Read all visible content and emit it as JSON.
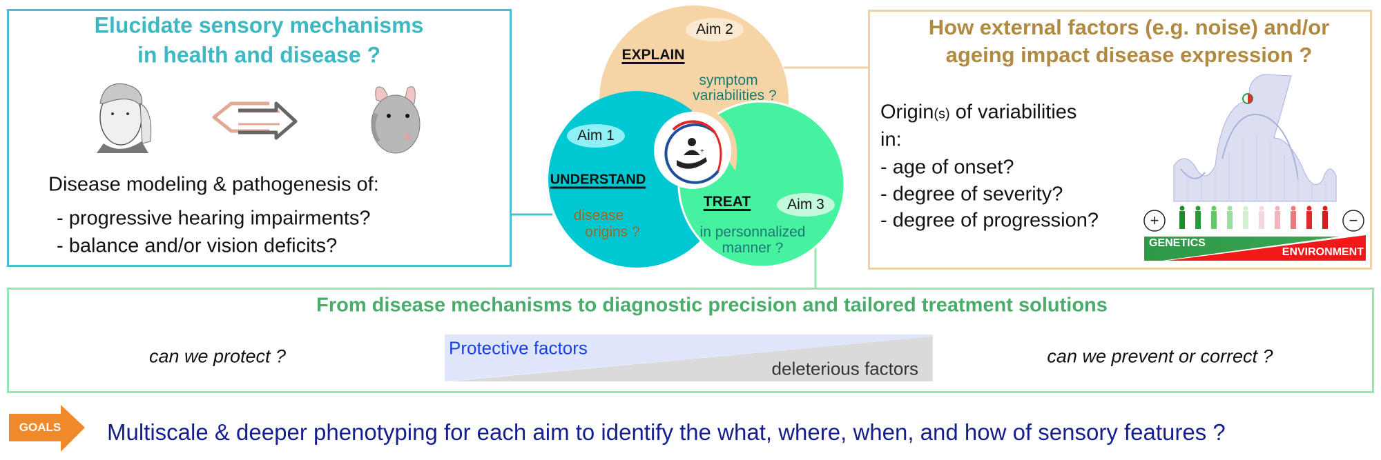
{
  "colors": {
    "teal": "#4bbfcc",
    "tan": "#e8d2a6",
    "green_border": "#92e8ae",
    "orange_circle": "#f6d4a6",
    "teal_circle": "#00c8d2",
    "green_circle": "#46f2a0",
    "title_teal": "#3bb8c2",
    "title_tan": "#b08a40",
    "title_green": "#4aac6a",
    "goals_orange": "#f0892a",
    "goals_text": "#141e8c"
  },
  "left_panel": {
    "title_line1": "Elucidate sensory mechanisms",
    "title_line2": "in health and disease ?",
    "icons": [
      "human-listening-icon",
      "bidirectional-arrow-icon",
      "mouse-listening-icon"
    ],
    "intro": "Disease modeling & pathogenesis of:",
    "bullets": [
      "- progressive hearing impairments?",
      "- balance and/or vision deficits?"
    ]
  },
  "venn": {
    "aim1": {
      "badge": "Aim 1",
      "verb": "UNDERSTAND",
      "line1": "disease",
      "line2": "origins ?"
    },
    "aim2": {
      "badge": "Aim 2",
      "verb": "EXPLAIN",
      "line1": "symptom",
      "line2": "variabilities ?"
    },
    "aim3": {
      "badge": "Aim 3",
      "verb": "TREAT",
      "line1": "in personnalized",
      "line2": "manner ?"
    },
    "center_icon": "patient-care-dna-icon"
  },
  "right_panel": {
    "title_line1": "How external factors (e.g. noise) and/or",
    "title_line2": "ageing impact disease expression ?",
    "origin_main": "Origin",
    "origin_small": "(s)",
    "origin_rest": " of variabilities",
    "origin_line2": "in:",
    "bullets": [
      "- age of onset?",
      "- degree of severity?",
      "- degree of progression?"
    ],
    "plus_symbol": "+",
    "minus_symbol": "−",
    "genetics_label": "GENETICS",
    "environment_label": "ENVIRONMENT"
  },
  "bottom_panel": {
    "title": "From disease mechanisms to diagnostic precision and tailored treatment solutions",
    "left_question": "can we protect ?",
    "protective_label": "Protective factors",
    "deleterious_label": "deleterious factors",
    "right_question": "can we prevent or correct ?"
  },
  "goals": {
    "badge": "GOALS",
    "text": "Multiscale & deeper phenotyping for each aim to identify the what, where, when, and how of sensory features ?"
  }
}
